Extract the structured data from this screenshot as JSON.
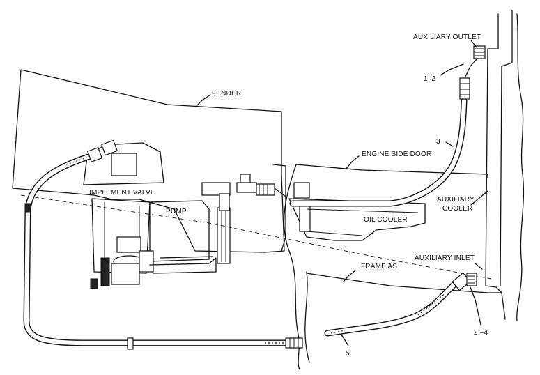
{
  "labels": {
    "fender": "FENDER",
    "implement_valve": "IMPLEMENT VALVE",
    "pump": "PUMP",
    "engine_side_door": "ENGINE SIDE DOOR",
    "oil_cooler": "OIL COOLER",
    "auxiliary_outlet": "AUXILIARY OUTLET",
    "auxiliary_cooler_line1": "AUXILIARY",
    "auxiliary_cooler_line2": "COOLER",
    "auxiliary_inlet": "AUXILIARY INLET",
    "frame_as": "FRAME AS"
  },
  "callouts": {
    "c1": "1–2",
    "c3": "3",
    "c2": "2 –4",
    "c5": "5"
  }
}
